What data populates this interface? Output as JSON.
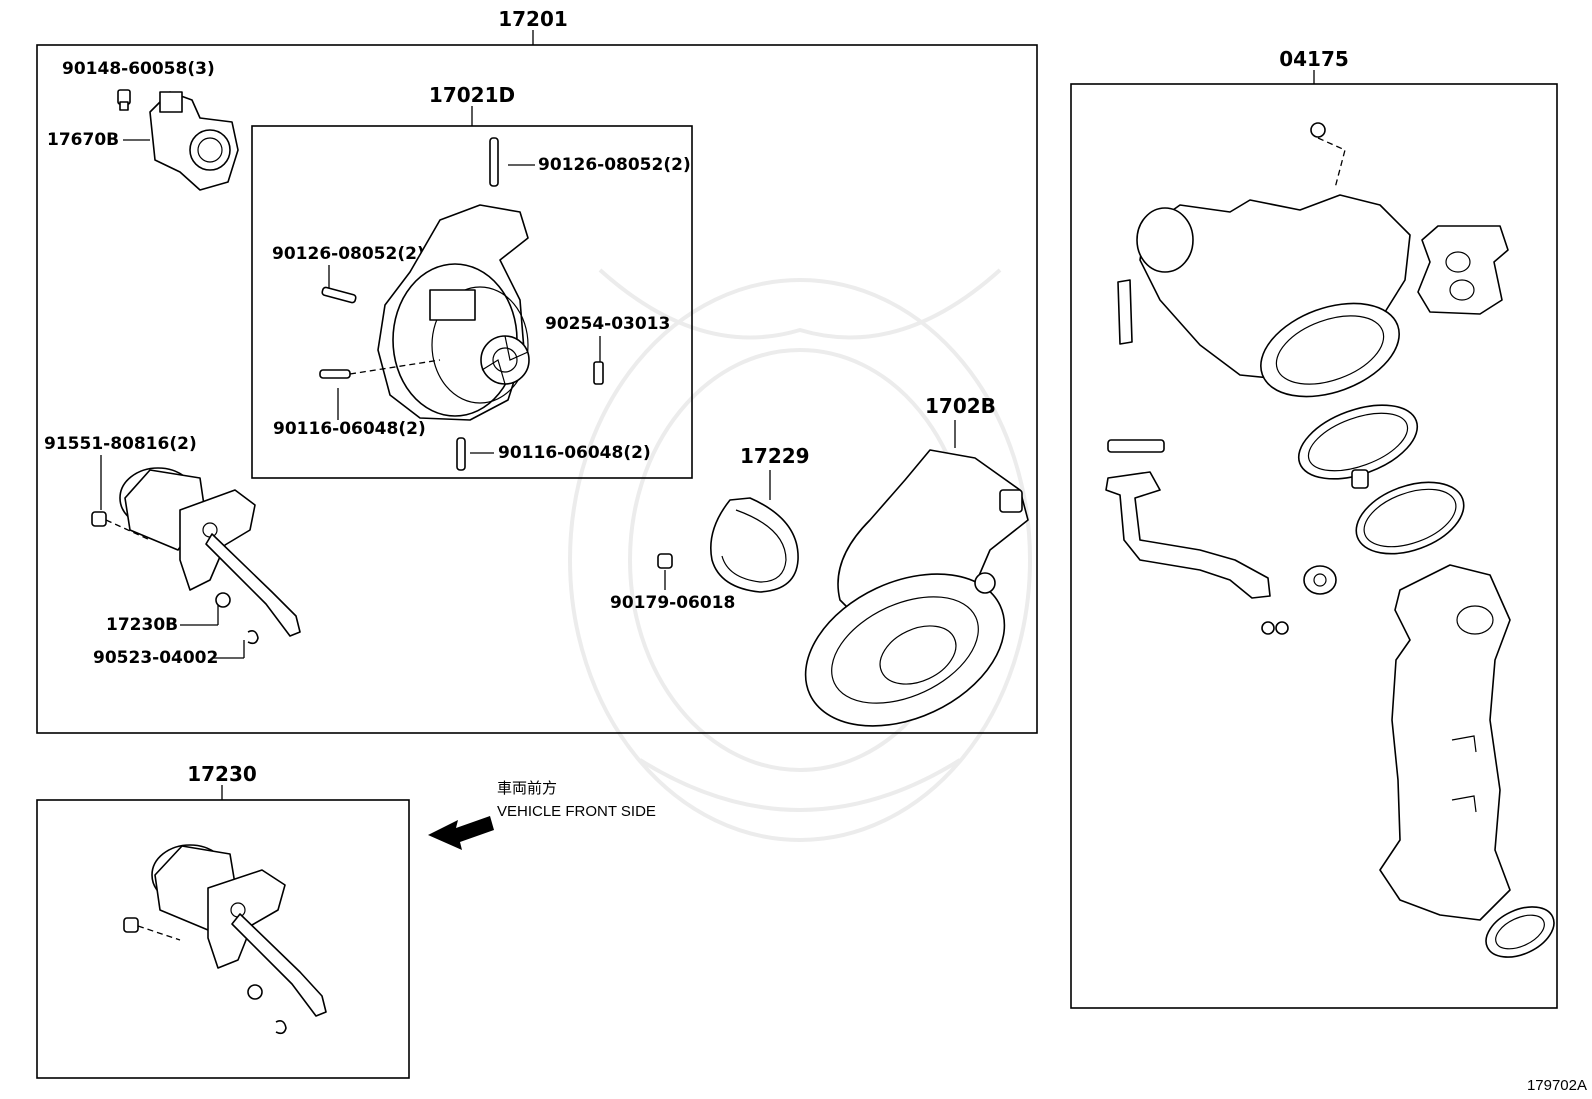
{
  "groups": {
    "turbo_assembly": "17201",
    "cartridge": "17021D",
    "actuator_assembly": "17230",
    "gasket_kit": "04175"
  },
  "labels": {
    "bolt_3": "90148-60058(3)",
    "position_sensor": "17670B",
    "stud_upper": "90126-08052(2)",
    "stud_left": "90126-08052(2)",
    "pin": "90254-03013",
    "stud_lower_left": "90116-06048(2)",
    "stud_lower_right": "90116-06048(2)",
    "actuator_bolt": "91551-80816(2)",
    "actuator": "17230B",
    "clip": "90523-04002",
    "clamp": "17229",
    "nut": "90179-06018",
    "outlet_elbow": "1702B"
  },
  "direction": {
    "japanese": "車両前方",
    "english": "VEHICLE FRONT SIDE"
  },
  "figure_ref": "179702A"
}
